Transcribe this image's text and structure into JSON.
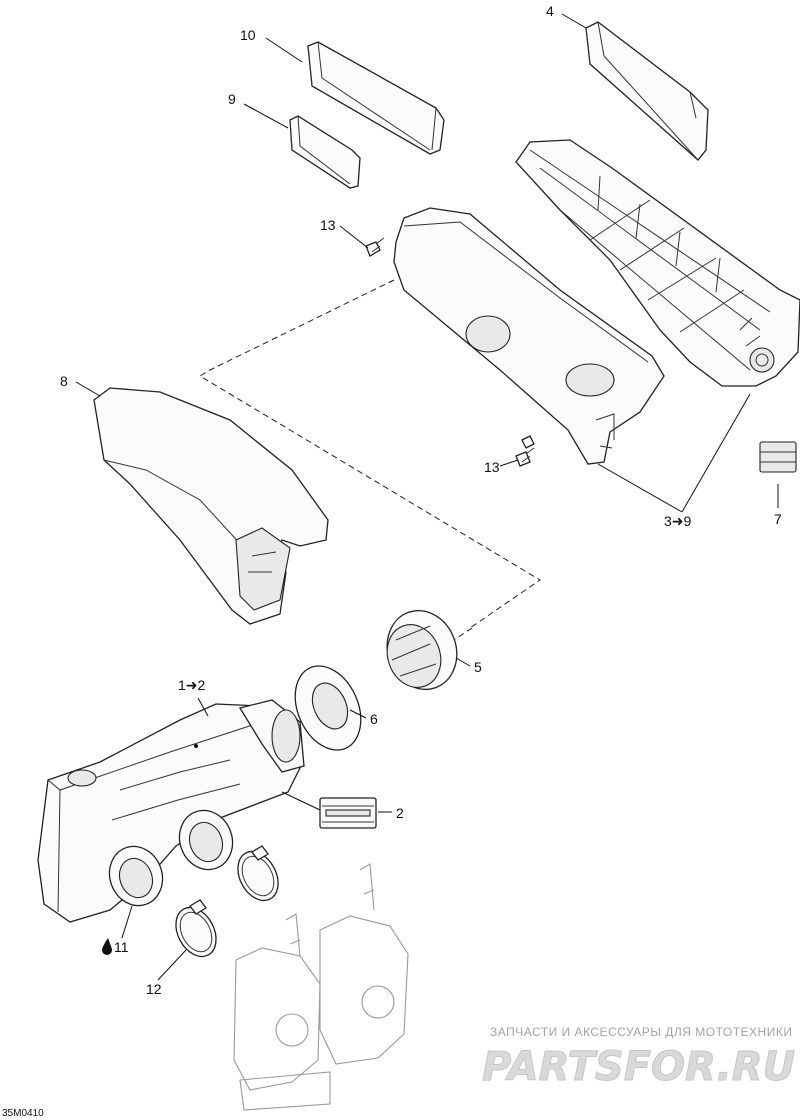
{
  "labels": {
    "l1_2": "1➜2",
    "l2": "2",
    "l3_9": "3➜9",
    "l4": "4",
    "l5": "5",
    "l6": "6",
    "l7": "7",
    "l8": "8",
    "l9": "9",
    "l10": "10",
    "l11": "11",
    "l12": "12",
    "l13a": "13",
    "l13b": "13"
  },
  "watermark": {
    "caption": "ЗАПЧАСТИ И АКСЕССУАРЫ ДЛЯ МОТОТЕХНИКИ",
    "brand": "PARTSFOR.RU"
  },
  "figure_code": "35M0410",
  "icons": {
    "oil_drop": "oil-drop-icon",
    "arrow": "right-arrow-glyph"
  },
  "colors": {
    "line": "#222222",
    "watermark": "#c6c6c6"
  }
}
